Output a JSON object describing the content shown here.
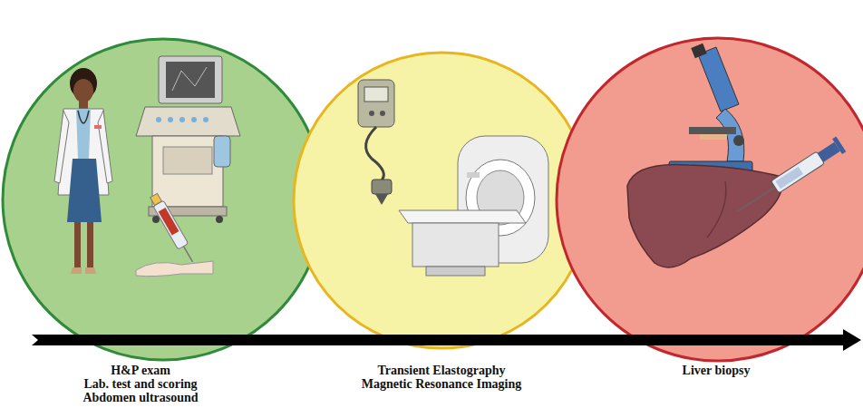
{
  "diagram": {
    "labels": [
      "H&P exam",
      "Lab. test and scoring",
      "Abdomen ultrasound",
      "Transient Elastography",
      "Magnetic Resonance Imaging",
      "Liver biopsy"
    ]
  }
}
